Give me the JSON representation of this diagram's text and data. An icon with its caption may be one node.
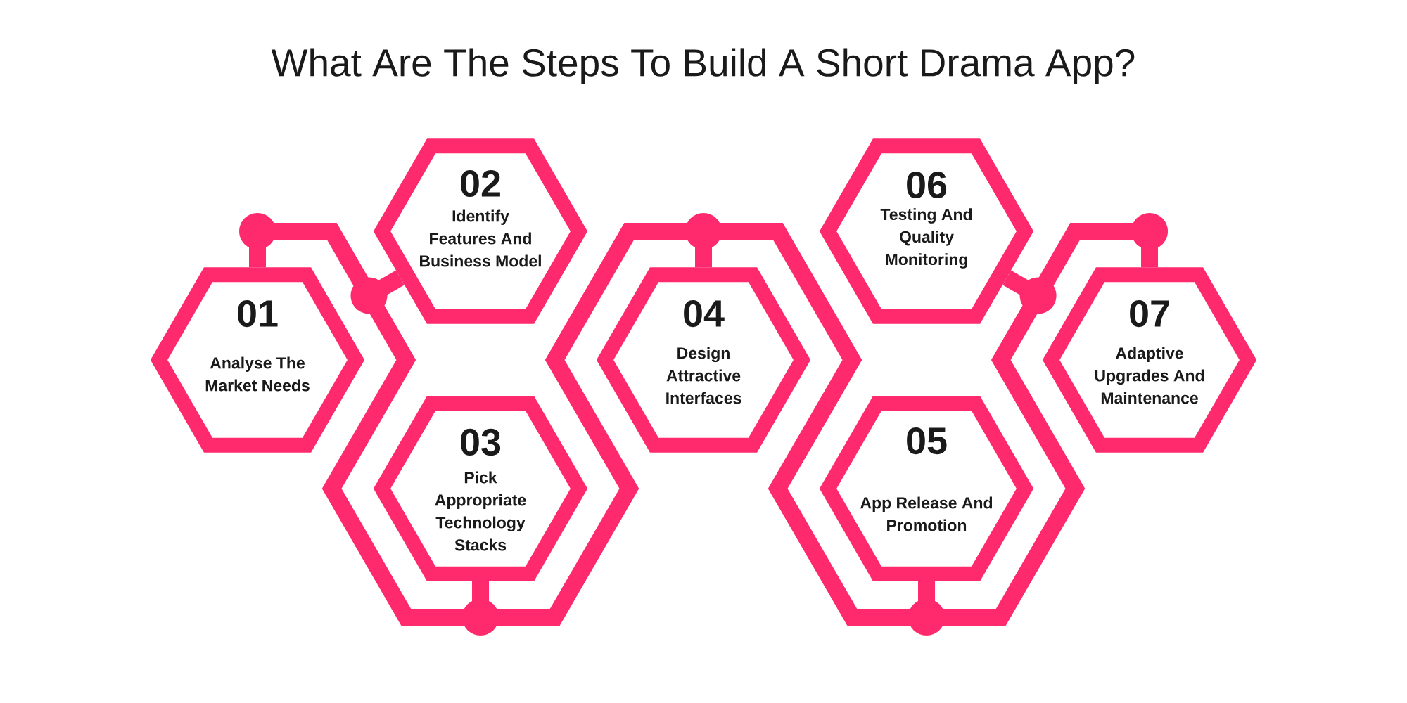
{
  "diagram": {
    "title": "What Are The Steps To Build A Short Drama App?",
    "nodes": [
      {
        "text": [
          "01",
          "Analyse The Market Needs"
        ]
      },
      {
        "text": [
          "02",
          "Identify Features And Business Model"
        ]
      },
      {
        "text": [
          "03",
          "Pick Appropriate Technology Stacks"
        ]
      },
      {
        "text": [
          "04",
          "Design Attractive Interfaces"
        ]
      },
      {
        "text": [
          "05",
          "App Release And Promotion"
        ]
      },
      {
        "text": [
          "06",
          "Testing And Quality Monitoring"
        ]
      },
      {
        "text": [
          "07",
          "Adaptive Upgrades And Maintenance"
        ]
      }
    ],
    "edges": [
      {
        "from": 0,
        "to": 1,
        "arrow": "other"
      },
      {
        "from": 1,
        "to": 2,
        "arrow": "other"
      },
      {
        "from": 2,
        "to": 3,
        "arrow": "other"
      },
      {
        "from": 3,
        "to": 4,
        "arrow": "other"
      },
      {
        "from": 4,
        "to": 5,
        "arrow": "other"
      },
      {
        "from": 5,
        "to": 6,
        "arrow": "other"
      }
    ]
  }
}
